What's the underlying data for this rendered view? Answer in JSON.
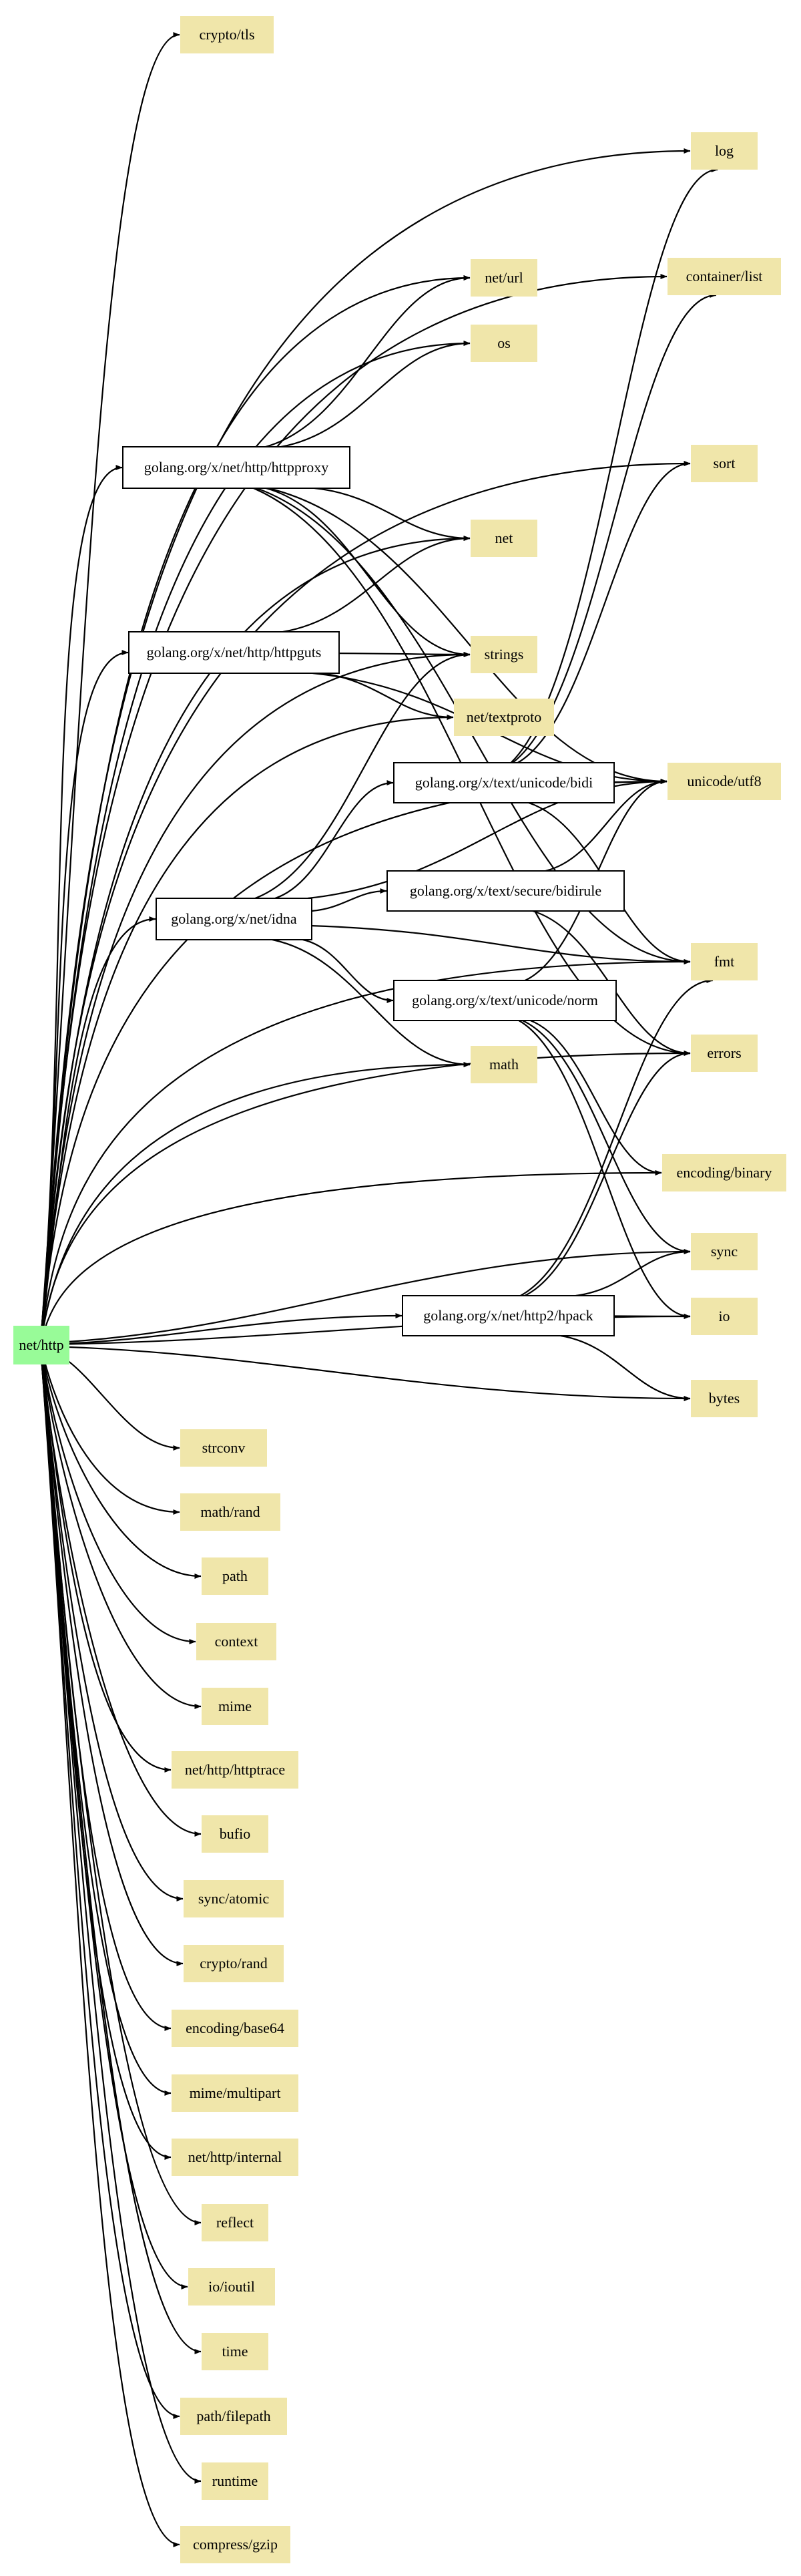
{
  "colors": {
    "root_fill": "#98fb98",
    "std_fill": "#f0e6aa",
    "external_fill": "#ffffff",
    "external_stroke": "#000000",
    "edge": "#000000"
  },
  "nodes": [
    {
      "id": "net_http",
      "label": "net/http",
      "kind": "root"
    },
    {
      "id": "crypto_tls",
      "label": "crypto/tls",
      "kind": "std"
    },
    {
      "id": "log",
      "label": "log",
      "kind": "std"
    },
    {
      "id": "container_list",
      "label": "container/list",
      "kind": "std"
    },
    {
      "id": "net_url",
      "label": "net/url",
      "kind": "std"
    },
    {
      "id": "os",
      "label": "os",
      "kind": "std"
    },
    {
      "id": "sort",
      "label": "sort",
      "kind": "std"
    },
    {
      "id": "httpproxy",
      "label": "golang.org/x/net/http/httpproxy",
      "kind": "external"
    },
    {
      "id": "net",
      "label": "net",
      "kind": "std"
    },
    {
      "id": "httpguts",
      "label": "golang.org/x/net/http/httpguts",
      "kind": "external"
    },
    {
      "id": "strings",
      "label": "strings",
      "kind": "std"
    },
    {
      "id": "net_textproto",
      "label": "net/textproto",
      "kind": "std"
    },
    {
      "id": "bidi",
      "label": "golang.org/x/text/unicode/bidi",
      "kind": "external"
    },
    {
      "id": "unicode_utf8",
      "label": "unicode/utf8",
      "kind": "std"
    },
    {
      "id": "idna",
      "label": "golang.org/x/net/idna",
      "kind": "external"
    },
    {
      "id": "bidirule",
      "label": "golang.org/x/text/secure/bidirule",
      "kind": "external"
    },
    {
      "id": "fmt",
      "label": "fmt",
      "kind": "std"
    },
    {
      "id": "norm",
      "label": "golang.org/x/text/unicode/norm",
      "kind": "external"
    },
    {
      "id": "errors",
      "label": "errors",
      "kind": "std"
    },
    {
      "id": "math",
      "label": "math",
      "kind": "std"
    },
    {
      "id": "encoding_binary",
      "label": "encoding/binary",
      "kind": "std"
    },
    {
      "id": "sync",
      "label": "sync",
      "kind": "std"
    },
    {
      "id": "hpack",
      "label": "golang.org/x/net/http2/hpack",
      "kind": "external"
    },
    {
      "id": "io",
      "label": "io",
      "kind": "std"
    },
    {
      "id": "bytes",
      "label": "bytes",
      "kind": "std"
    },
    {
      "id": "strconv",
      "label": "strconv",
      "kind": "std"
    },
    {
      "id": "math_rand",
      "label": "math/rand",
      "kind": "std"
    },
    {
      "id": "path",
      "label": "path",
      "kind": "std"
    },
    {
      "id": "context",
      "label": "context",
      "kind": "std"
    },
    {
      "id": "mime",
      "label": "mime",
      "kind": "std"
    },
    {
      "id": "httptrace",
      "label": "net/http/httptrace",
      "kind": "std"
    },
    {
      "id": "bufio",
      "label": "bufio",
      "kind": "std"
    },
    {
      "id": "sync_atomic",
      "label": "sync/atomic",
      "kind": "std"
    },
    {
      "id": "crypto_rand",
      "label": "crypto/rand",
      "kind": "std"
    },
    {
      "id": "encoding_base64",
      "label": "encoding/base64",
      "kind": "std"
    },
    {
      "id": "mime_multipart",
      "label": "mime/multipart",
      "kind": "std"
    },
    {
      "id": "http_internal",
      "label": "net/http/internal",
      "kind": "std"
    },
    {
      "id": "reflect",
      "label": "reflect",
      "kind": "std"
    },
    {
      "id": "io_ioutil",
      "label": "io/ioutil",
      "kind": "std"
    },
    {
      "id": "time",
      "label": "time",
      "kind": "std"
    },
    {
      "id": "path_filepath",
      "label": "path/filepath",
      "kind": "std"
    },
    {
      "id": "runtime",
      "label": "runtime",
      "kind": "std"
    },
    {
      "id": "compress_gzip",
      "label": "compress/gzip",
      "kind": "std"
    }
  ],
  "edges": [
    [
      "net_http",
      "crypto_tls"
    ],
    [
      "net_http",
      "log"
    ],
    [
      "net_http",
      "container_list"
    ],
    [
      "net_http",
      "net_url"
    ],
    [
      "net_http",
      "os"
    ],
    [
      "net_http",
      "sort"
    ],
    [
      "net_http",
      "httpproxy"
    ],
    [
      "net_http",
      "net"
    ],
    [
      "net_http",
      "httpguts"
    ],
    [
      "net_http",
      "strings"
    ],
    [
      "net_http",
      "net_textproto"
    ],
    [
      "net_http",
      "unicode_utf8"
    ],
    [
      "net_http",
      "idna"
    ],
    [
      "net_http",
      "fmt"
    ],
    [
      "net_http",
      "errors"
    ],
    [
      "net_http",
      "math"
    ],
    [
      "net_http",
      "encoding_binary"
    ],
    [
      "net_http",
      "sync"
    ],
    [
      "net_http",
      "hpack"
    ],
    [
      "net_http",
      "io"
    ],
    [
      "net_http",
      "bytes"
    ],
    [
      "net_http",
      "strconv"
    ],
    [
      "net_http",
      "math_rand"
    ],
    [
      "net_http",
      "path"
    ],
    [
      "net_http",
      "context"
    ],
    [
      "net_http",
      "mime"
    ],
    [
      "net_http",
      "httptrace"
    ],
    [
      "net_http",
      "bufio"
    ],
    [
      "net_http",
      "sync_atomic"
    ],
    [
      "net_http",
      "crypto_rand"
    ],
    [
      "net_http",
      "encoding_base64"
    ],
    [
      "net_http",
      "mime_multipart"
    ],
    [
      "net_http",
      "http_internal"
    ],
    [
      "net_http",
      "reflect"
    ],
    [
      "net_http",
      "io_ioutil"
    ],
    [
      "net_http",
      "time"
    ],
    [
      "net_http",
      "path_filepath"
    ],
    [
      "net_http",
      "runtime"
    ],
    [
      "net_http",
      "compress_gzip"
    ],
    [
      "httpproxy",
      "net_url"
    ],
    [
      "httpproxy",
      "os"
    ],
    [
      "httpproxy",
      "net"
    ],
    [
      "httpproxy",
      "strings"
    ],
    [
      "httpproxy",
      "unicode_utf8"
    ],
    [
      "httpproxy",
      "fmt"
    ],
    [
      "httpproxy",
      "errors"
    ],
    [
      "httpguts",
      "net"
    ],
    [
      "httpguts",
      "strings"
    ],
    [
      "httpguts",
      "net_textproto"
    ],
    [
      "httpguts",
      "unicode_utf8"
    ],
    [
      "idna",
      "strings"
    ],
    [
      "idna",
      "bidi"
    ],
    [
      "idna",
      "unicode_utf8"
    ],
    [
      "idna",
      "bidirule"
    ],
    [
      "idna",
      "fmt"
    ],
    [
      "idna",
      "norm"
    ],
    [
      "idna",
      "math"
    ],
    [
      "bidi",
      "log"
    ],
    [
      "bidi",
      "container_list"
    ],
    [
      "bidi",
      "sort"
    ],
    [
      "bidi",
      "unicode_utf8"
    ],
    [
      "bidi",
      "fmt"
    ],
    [
      "bidirule",
      "unicode_utf8"
    ],
    [
      "bidirule",
      "errors"
    ],
    [
      "norm",
      "unicode_utf8"
    ],
    [
      "norm",
      "encoding_binary"
    ],
    [
      "norm",
      "sync"
    ],
    [
      "norm",
      "io"
    ],
    [
      "hpack",
      "fmt"
    ],
    [
      "hpack",
      "errors"
    ],
    [
      "hpack",
      "sync"
    ],
    [
      "hpack",
      "io"
    ],
    [
      "hpack",
      "bytes"
    ]
  ]
}
